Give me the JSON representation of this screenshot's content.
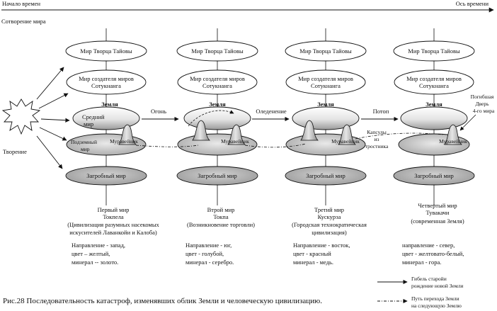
{
  "timeline": {
    "start_label": "Начало времен",
    "end_label": "Ось времени",
    "creation_label": "Сотворение мира"
  },
  "creation": {
    "label": "Творение"
  },
  "worlds": [
    {
      "top": "Мир Творца Тайовы",
      "creators": [
        "Мир создателя миров",
        "Сотукнанга"
      ],
      "earth": "Земля",
      "middle": [
        "Средний",
        "мир"
      ],
      "under": [
        "Подземный",
        "мир"
      ],
      "anthill": "Муравейник",
      "after": "Загробный мир",
      "title": [
        "Первый мир",
        "Токпела",
        "(Цивилизация разумных насекомых",
        "искусителей Лаванкойи и Калоба)"
      ],
      "props": [
        "Направление - запад,",
        "цвет – желтый,",
        "минерал -- золото."
      ]
    },
    {
      "top": "Мир Творца Тайовы",
      "creators": [
        "Мир создателя миров",
        "Сотукнанга"
      ],
      "earth": "Земля",
      "anthill": "Муравейник",
      "after": "Загробный мир",
      "title": [
        "Втрой мир",
        "Токпа",
        "(Возникновение торговли)"
      ],
      "props": [
        "Направление - юг,",
        "цвет - голубой,",
        "минерал - серебро."
      ]
    },
    {
      "top": "Мир Творца Тайовы",
      "creators": [
        "Мир создателя миров",
        "Сотукнанга"
      ],
      "earth": "Земля",
      "anthill": "Муравейник",
      "after": "Загробный мир",
      "title": [
        "Третий мир",
        "Кускурза",
        "(Городская технократическая",
        "цивилизация)"
      ],
      "props": [
        "Направление - восток,",
        "цвет - красный",
        "минерал - медь."
      ]
    },
    {
      "top": "Мир Творца Тайовы",
      "creators": [
        "Мир создателя миров",
        "Сотукнанга"
      ],
      "earth": "Земля",
      "anthill": "Муравейник",
      "after": "Загробный мир",
      "title": [
        "Четвертый мир",
        "Тувакачи",
        "(современная Земля)"
      ],
      "props": [
        "направление - север,",
        "цвет - желтовато-белый,",
        "минерал - гора."
      ],
      "door": [
        "Погибшая",
        "Дверь",
        "4-го мира"
      ]
    }
  ],
  "catastrophes": [
    "Огонь",
    "Оледенение",
    "Потоп"
  ],
  "capsules": [
    "Капсулы",
    "из",
    "тростника"
  ],
  "legend": {
    "solid": [
      "Гибель старойи",
      "рождение новой Земли"
    ],
    "dashed": [
      "Путь перехода Земли",
      "на следующую Землю"
    ]
  },
  "caption": "Рис.28 Последовательность катастроф, изменявших облик Земли и человеческую цивилизацию."
}
